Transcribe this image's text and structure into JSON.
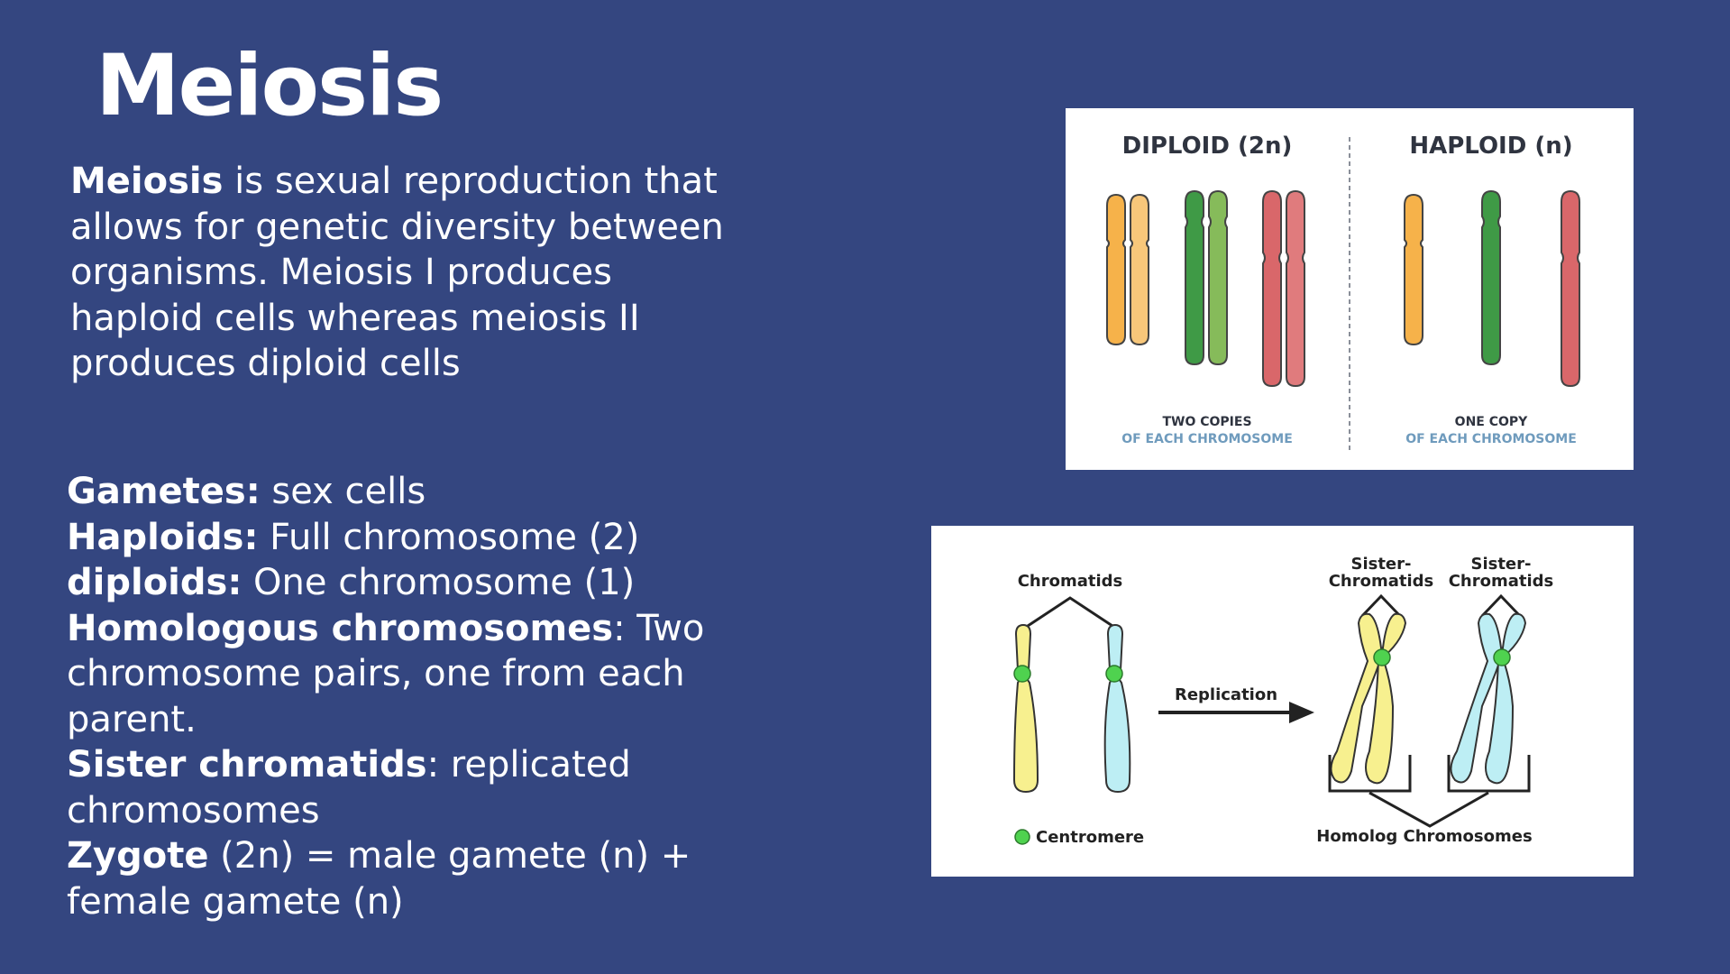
{
  "slide": {
    "title": "Meiosis",
    "intro": {
      "term": "Meiosis",
      "text": " is sexual reproduction that allows for genetic diversity between organisms. Meiosis I produces haploid cells whereas meiosis II produces diploid cells"
    },
    "definitions": [
      {
        "term": "Gametes:",
        "text": " sex cells"
      },
      {
        "term": "Haploids:",
        "text": " Full chromosome (2)"
      },
      {
        "term": "diploids:",
        "text": " One chromosome (1)"
      },
      {
        "term": "Homologous chromosomes",
        "text": ": Two chromosome pairs, one from each parent."
      },
      {
        "term": "Sister chromatids",
        "text": ": replicated chromosomes"
      },
      {
        "term": "Zygote",
        "text": " (2n) = male gamete (n) + female gamete (n)"
      }
    ]
  },
  "ploidy_figure": {
    "diploid": {
      "heading": "DIPLOID (2n)",
      "caption_line1": "TWO COPIES",
      "caption_line2": "OF EACH CHROMOSOME"
    },
    "haploid": {
      "heading": "HAPLOID (n)",
      "caption_line1": "ONE COPY",
      "caption_line2": "OF EACH CHROMOSOME"
    },
    "colors": {
      "orange": "#f6b24a",
      "orange_light": "#f8c77a",
      "green": "#3f9a46",
      "green_light": "#86bb5a",
      "red": "#d9676a",
      "caption_blue": "#6f9bbd"
    }
  },
  "replication_figure": {
    "chromatids_label": "Chromatids",
    "replication_label": "Replication",
    "sister_label_line1": "Sister-",
    "sister_label_line2": "Chromatids",
    "centromere_label": "Centromere",
    "homolog_label": "Homolog Chromosomes",
    "colors": {
      "yellow": "#f7f08f",
      "cyan": "#bdeef4",
      "centromere": "#4fd24f"
    }
  }
}
